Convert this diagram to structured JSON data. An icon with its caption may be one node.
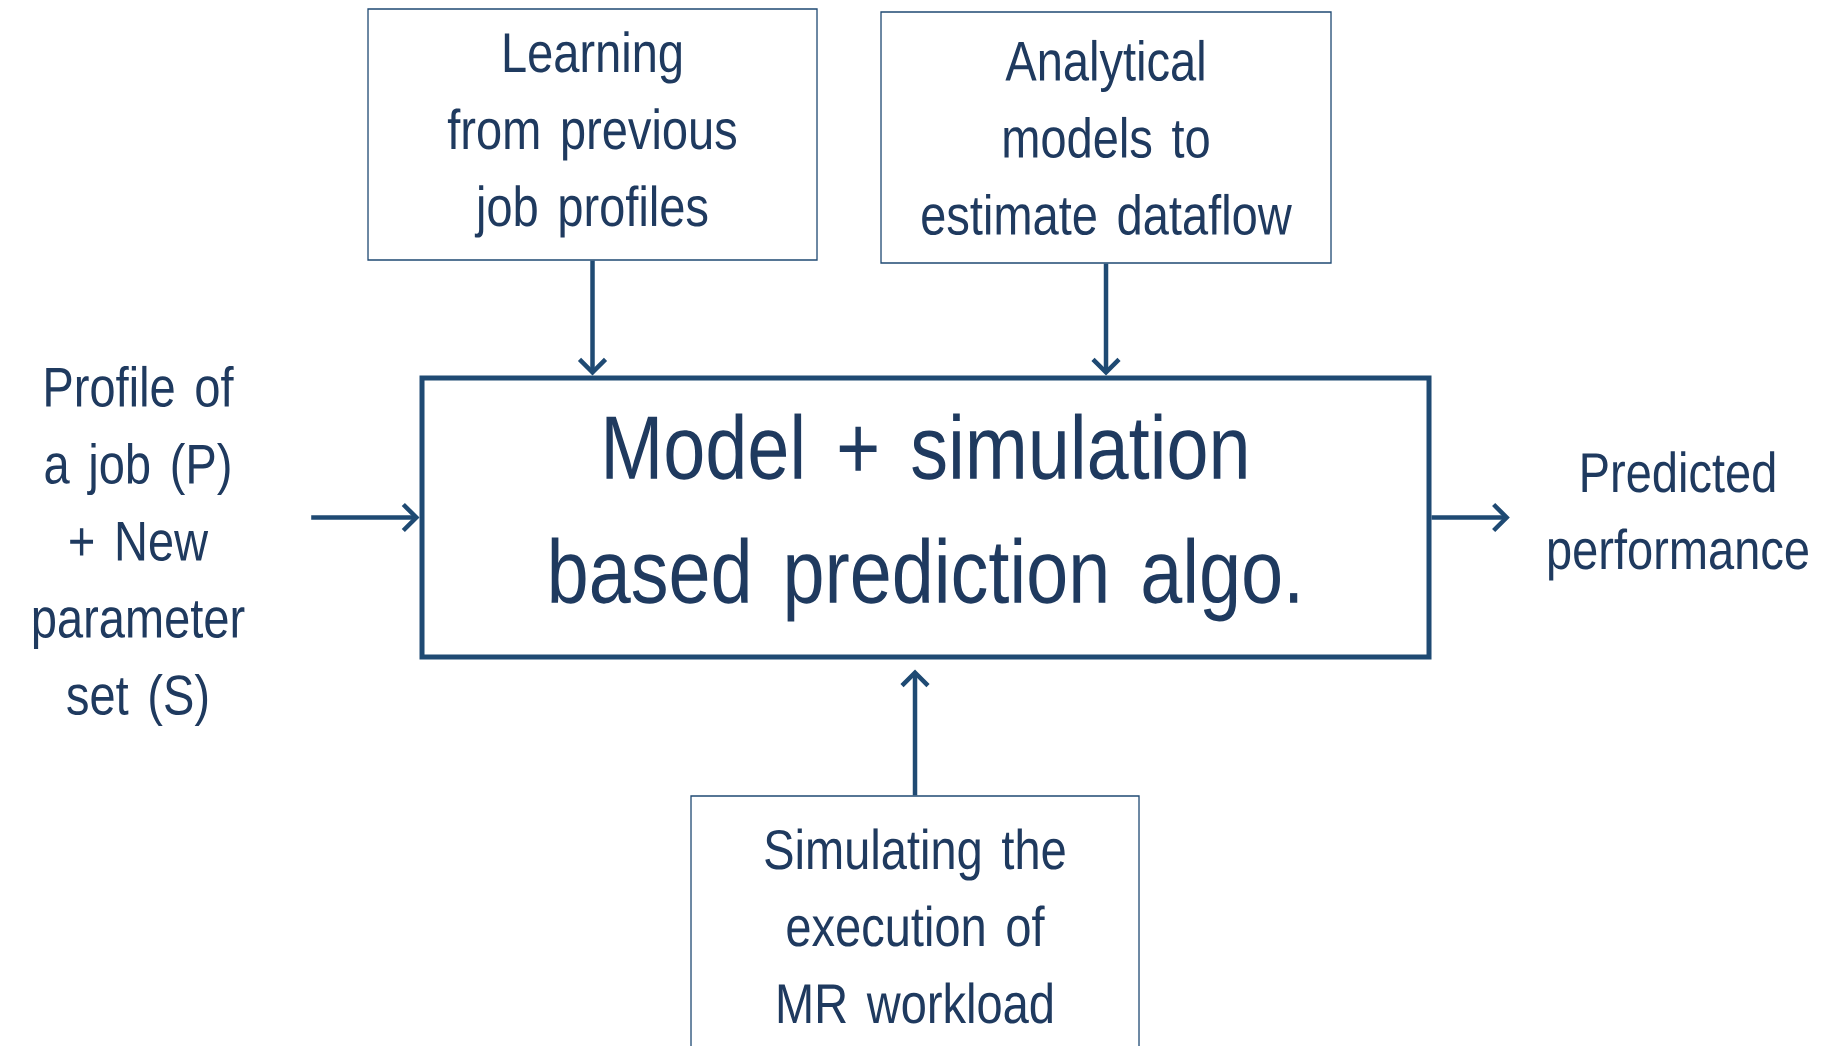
{
  "diagram": {
    "nodes": [
      {
        "text": [
          "Learning from previous job profiles"
        ]
      },
      {
        "text": [
          "Analytical models to estimate dataflow"
        ]
      },
      {
        "text": [
          "Profile of a job (P) + New parameter set (S)"
        ]
      },
      {
        "text": [
          "Model + simulation based prediction algo."
        ]
      },
      {
        "text": [
          "Predicted performance"
        ]
      },
      {
        "text": [
          "Simulating the execution of MR workload"
        ]
      }
    ],
    "edges": [
      {
        "from": 0,
        "to": 3,
        "arrow": "to"
      },
      {
        "from": 1,
        "to": 3,
        "arrow": "to"
      },
      {
        "from": 2,
        "to": 3,
        "arrow": "to"
      },
      {
        "from": 3,
        "to": 4,
        "arrow": "to"
      },
      {
        "from": 5,
        "to": 3,
        "arrow": "to"
      }
    ]
  }
}
